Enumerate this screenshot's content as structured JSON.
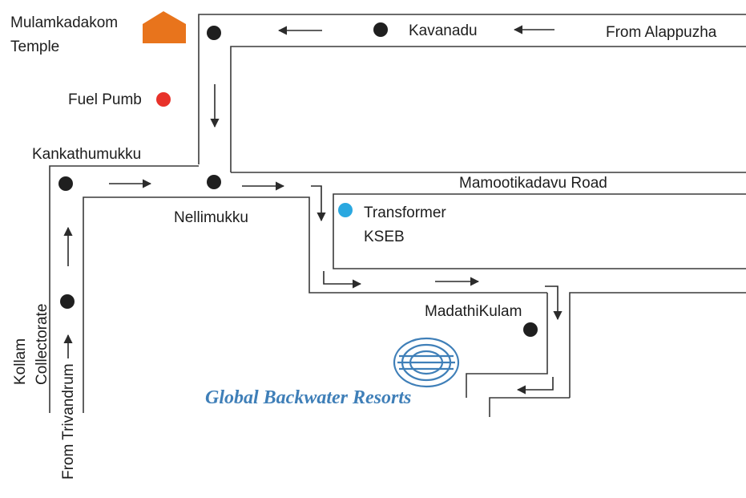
{
  "labels": {
    "temple": "Mulamkadakom",
    "temple_line2": "Temple",
    "fuel_pump": "Fuel Pumb",
    "kavanadu": "Kavanadu",
    "from_alappuzha": "From Alappuzha",
    "kankathumukku": "Kankathumukku",
    "nellimukku": "Nellimukku",
    "mamootikadavu_road": "Mamootikadavu Road",
    "transformer": "Transformer",
    "kseb": "KSEB",
    "madathikulam": "MadathiKulam",
    "kollam": "Kollam",
    "collectorate": "Collectorate",
    "from_trivandrum": "From Trivandrum"
  },
  "brand": {
    "name": "Global Backwater Resorts"
  },
  "colors": {
    "temple": "#e8741c",
    "fuel_pump": "#e8322a",
    "transformer": "#2aa8e0",
    "brand": "#3f7fb8",
    "road": "#3a3a3a",
    "junction": "#1f1f1f"
  },
  "icons": {
    "temple": "temple-icon",
    "fuel_pump": "fuel-pump-marker",
    "transformer": "transformer-marker",
    "brand_logo": "globe-logo-icon",
    "junction": "junction-dot"
  }
}
